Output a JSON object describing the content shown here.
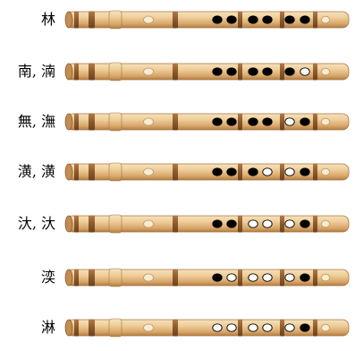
{
  "rows": [
    {
      "label": "林",
      "holes": [
        1,
        1,
        1,
        1,
        1,
        1
      ]
    },
    {
      "label": "南, 湳",
      "holes": [
        1,
        1,
        1,
        1,
        1,
        0
      ]
    },
    {
      "label": "無, 潕",
      "holes": [
        1,
        1,
        1,
        1,
        0,
        1
      ]
    },
    {
      "label": "潢, 潢",
      "holes": [
        1,
        1,
        1,
        0,
        0,
        1
      ]
    },
    {
      "label": "汏, 汏",
      "holes": [
        1,
        1,
        0,
        0,
        0,
        1
      ]
    },
    {
      "label": "湙",
      "holes": [
        1,
        0,
        0,
        0,
        0,
        1
      ]
    },
    {
      "label": "淋",
      "holes": [
        0,
        0,
        0,
        0,
        0,
        1
      ]
    }
  ],
  "colors": {
    "bamboo_light": "#f3d6a6",
    "bamboo_mid": "#dcaa6c",
    "bamboo_dark": "#b07d45",
    "binding": "#8a5a2c",
    "hole_closed": "#000000",
    "hole_open": "#ffffff"
  }
}
